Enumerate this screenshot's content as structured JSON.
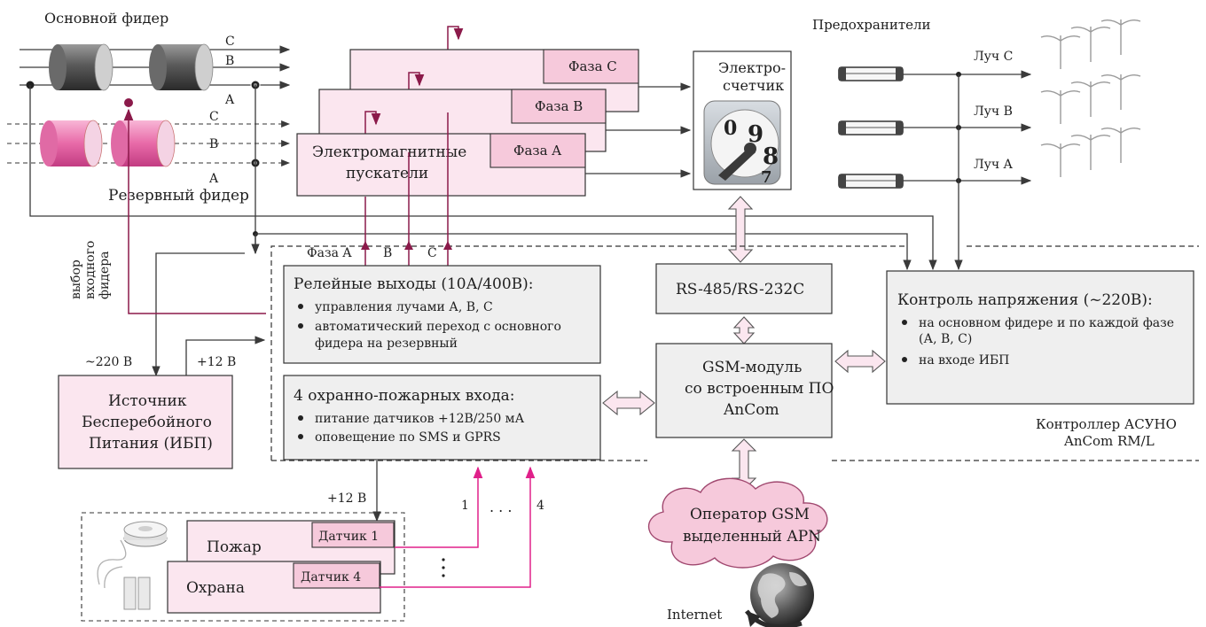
{
  "feeders": {
    "main_title": "Основной фидер",
    "reserve_title": "Резервный фидер",
    "phase_c": "C",
    "phase_b": "B",
    "phase_a": "A",
    "select_line1": "выбор",
    "select_line2": "входного",
    "select_line3": "фидера"
  },
  "starters": {
    "phase_c": "Фаза C",
    "phase_b": "Фаза B",
    "phase_a": "Фаза A",
    "title_line1": "Электромагнитные",
    "title_line2": "пускатели"
  },
  "meter": {
    "title_line1": "Электро-",
    "title_line2": "счетчик",
    "digits": [
      "0",
      "9",
      "8",
      "7"
    ]
  },
  "fuses": {
    "title": "Предохранители",
    "ray_c": "Луч C",
    "ray_b": "Луч B",
    "ray_a": "Луч A"
  },
  "relay": {
    "phase_a": "Фаза A",
    "b": "B",
    "c": "C",
    "title": "Релейные выходы (10А/400В):",
    "item1": "управления лучами А, В, С",
    "item2a": "автоматический переход с основного",
    "item2b": "фидера на резервный"
  },
  "rs": {
    "label": "RS-485/RS-232C"
  },
  "voltage": {
    "title": "Контроль напряжения (~220В):",
    "item1a": "на основном фидере и по каждой фазе",
    "item1b": "(А, В, С)",
    "item2": "на входе ИБП"
  },
  "ups": {
    "line1": "Источник",
    "line2": "Бесперебойного",
    "line3": "Питания (ИБП)",
    "ac": "~220 В",
    "dc": "+12 В"
  },
  "security": {
    "title": "4 охранно-пожарных входа:",
    "item1": "питание датчиков +12В/250 мА",
    "item2": "оповещение по SMS и GPRS"
  },
  "gsm": {
    "line1": "GSM-модуль",
    "line2": "со встроенным ПО",
    "line3": "AnCom"
  },
  "controller": {
    "line1": "Контроллер АСУНО",
    "line2": "AnCom RM/L"
  },
  "sensors": {
    "power": "+12 В",
    "fire": "Пожар",
    "guard": "Охрана",
    "s1": "Датчик 1",
    "s4": "Датчик 4",
    "n1": "1",
    "n4": "4",
    "dots": ". . ."
  },
  "cloud": {
    "line1": "Оператор GSM",
    "line2": "выделенный APN",
    "internet": "Internet"
  },
  "colors": {
    "magenta_dark": "#8b1a4a",
    "magenta": "#e0208a",
    "pink_fill": "#fbe6ef",
    "grey_fill": "#efefef"
  }
}
